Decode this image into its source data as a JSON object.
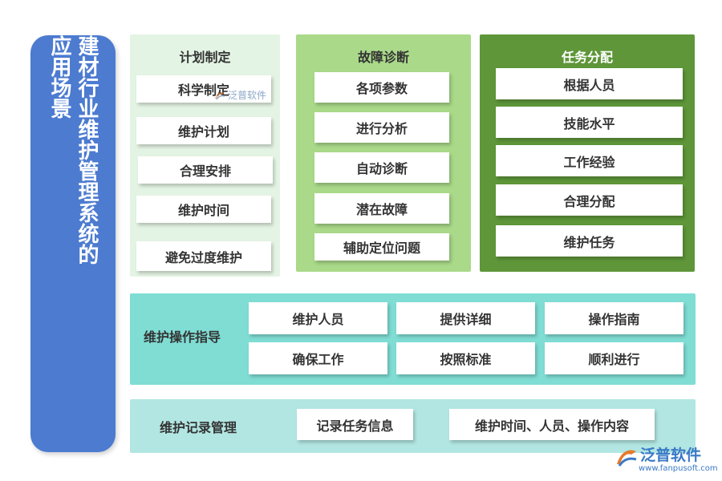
{
  "title": {
    "col1": "建材行业维护管理系统的",
    "col2": "应用场景"
  },
  "plan": {
    "title": "计划制定",
    "items": [
      "科学制定",
      "维护计划",
      "合理安排",
      "维护时间",
      "避免过度维护"
    ]
  },
  "diagnosis": {
    "title": "故障诊断",
    "items": [
      "各项参数",
      "进行分析",
      "自动诊断",
      "潜在故障",
      "辅助定位问题"
    ]
  },
  "task": {
    "title": "任务分配",
    "items": [
      "根据人员",
      "技能水平",
      "工作经验",
      "合理分配",
      "维护任务"
    ]
  },
  "guide": {
    "label": "维护操作指导",
    "items": [
      "维护人员",
      "提供详细",
      "操作指南",
      "确保工作",
      "按照标准",
      "顺利进行"
    ]
  },
  "record": {
    "label": "维护记录管理",
    "items": [
      "记录任务信息",
      "维护时间、人员、操作内容"
    ]
  },
  "watermark": {
    "center": "泛普软件",
    "brand": "泛普软件",
    "url": "www.fanpusoft.com"
  },
  "colors": {
    "title_bar": "#4c7bd0",
    "plan_bg": "#e4f4e4",
    "diagnosis_bg": "#a9d989",
    "task_bg": "#5e9639",
    "guide_bg": "#7fddd4",
    "record_bg": "#b2e6e2",
    "brand_blue": "#3a79c6"
  }
}
